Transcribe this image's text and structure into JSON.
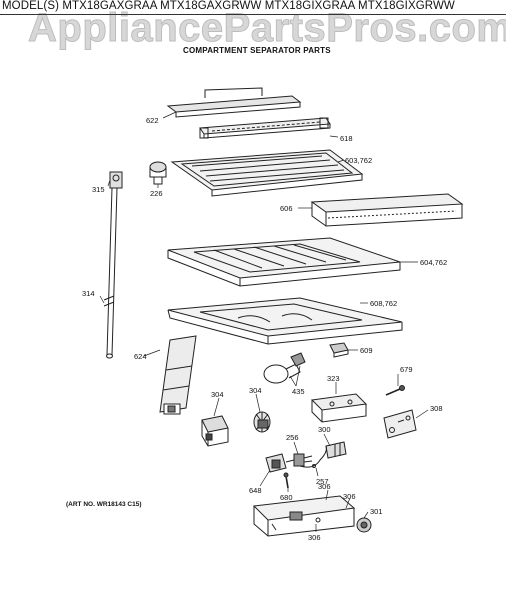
{
  "header": {
    "models": "MODEL(S) MTX18GAXGRAA MTX18GAXGRWW MTX18GIXGRAA MTX18GIXGRWW",
    "watermark": "AppliancePartsPros.com",
    "subtitle": "COMPARTMENT SEPARATOR PARTS"
  },
  "art_number": "(ART NO. WR18143 C15)",
  "parts": [
    {
      "label": "622",
      "name": "front-trim-622"
    },
    {
      "label": "618",
      "name": "hinge-bracket-618"
    },
    {
      "label": "603,762",
      "name": "separator-cover-603"
    },
    {
      "label": "226",
      "name": "shaft-bushing-226"
    },
    {
      "label": "315",
      "name": "control-rod-315"
    },
    {
      "label": "606",
      "name": "air-duct-606"
    },
    {
      "label": "604,762",
      "name": "separator-pan-604"
    },
    {
      "label": "314",
      "name": "rod-clip-314"
    },
    {
      "label": "608,762",
      "name": "separator-bottom-608"
    },
    {
      "label": "609",
      "name": "light-socket-609"
    },
    {
      "label": "624",
      "name": "duct-channel-624"
    },
    {
      "label": "435",
      "name": "light-bulb-435"
    },
    {
      "label": "323",
      "name": "thermostat-323"
    },
    {
      "label": "679",
      "name": "screw-679"
    },
    {
      "label": "304",
      "name": "knob-304"
    },
    {
      "label": "304",
      "name": "damper-control-304"
    },
    {
      "label": "308",
      "name": "bracket-308"
    },
    {
      "label": "256",
      "name": "switch-256"
    },
    {
      "label": "300",
      "name": "connector-300"
    },
    {
      "label": "257",
      "name": "wire-257"
    },
    {
      "label": "648",
      "name": "switch-648"
    },
    {
      "label": "680",
      "name": "screw-680"
    },
    {
      "label": "306",
      "name": "control-housing-306"
    },
    {
      "label": "306",
      "name": "housing-label-306"
    },
    {
      "label": "301",
      "name": "knob-301"
    },
    {
      "label": "306",
      "name": "housing-bottom-306"
    }
  ]
}
